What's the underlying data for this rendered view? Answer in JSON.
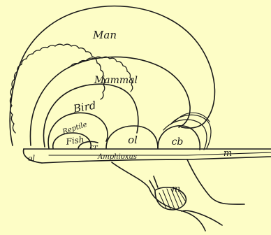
{
  "background_color": "#fdfdc6",
  "ink_color": "#1a1a1a",
  "labels": {
    "man": "Man",
    "mammal": "Mammal",
    "bird": "Bird",
    "reptile": "Reptile",
    "fish": "Fish",
    "cr": "cr",
    "ol_left": "ol",
    "ol_mid": "ol",
    "cb": "cb",
    "amphioxus": "Amphioxus",
    "m_spinal": "m",
    "m_lower": "m"
  }
}
